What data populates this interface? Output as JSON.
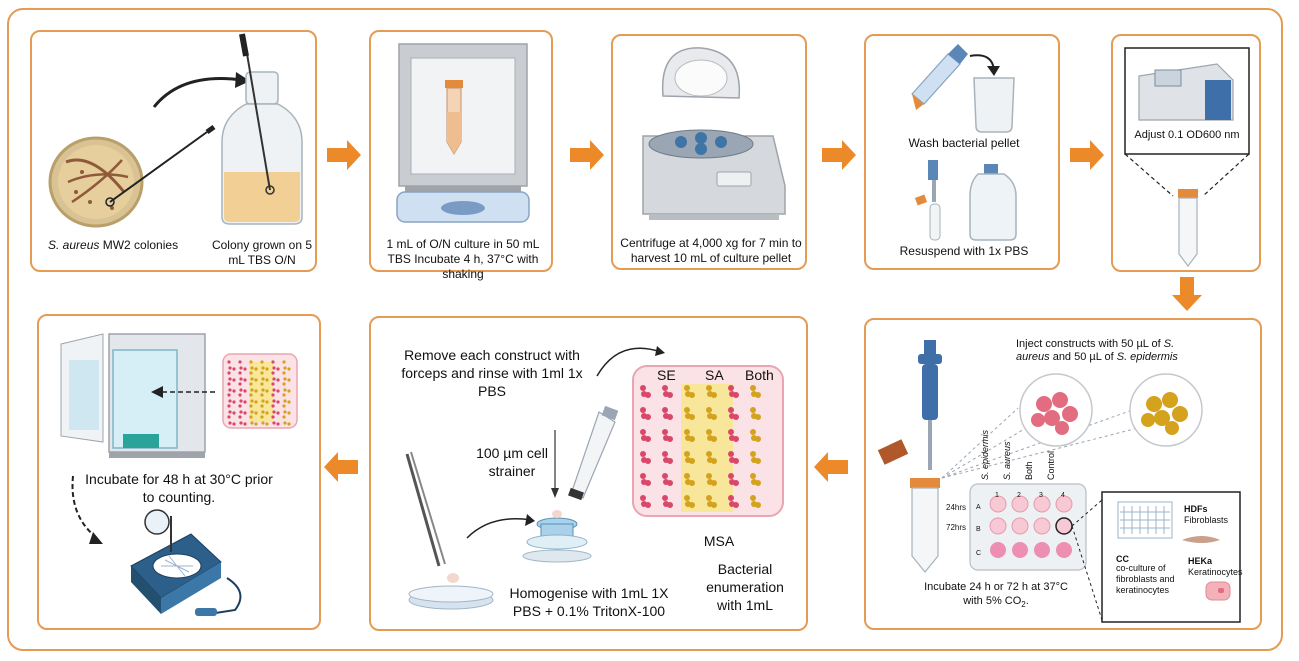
{
  "steps": {
    "s1": {
      "label_a_italic": "S. aureus",
      "label_a_rest": " MW2 colonies",
      "label_b": "Colony grown on 5 mL TBS O/N"
    },
    "s2": {
      "label": "1 mL of O/N culture in 50 mL TBS Incubate 4 h, 37°C with shaking"
    },
    "s3": {
      "label": "Centrifuge at 4,000 xg for 7 min to harvest 10 mL of culture pellet"
    },
    "s4": {
      "label_top": "Wash bacterial pellet",
      "label_bottom": "Resuspend with 1x PBS"
    },
    "s5": {
      "label": "Adjust 0.1 OD600 nm"
    },
    "s6": {
      "inject_a": "Inject constructs with 50 µL of ",
      "inject_a_italic": "S.",
      "inject_b_italic": "aureus",
      "inject_b_mid": " and 50 µL of ",
      "inject_b_italic2": "S. epidermis",
      "col_labels": [
        "S. epidermis",
        "S. aureus",
        "Both",
        "Control"
      ],
      "col_nums": [
        "1",
        "2",
        "3",
        "4"
      ],
      "row_labels": [
        "A",
        "B",
        "C"
      ],
      "time_labels": [
        "24hrs",
        "72hrs"
      ],
      "incubate_a": "Incubate 24 h or 72 h at 37°C",
      "incubate_b": "with 5% CO",
      "incubate_sub": "2",
      "incubate_end": ".",
      "legend": {
        "hdfs_title": "HDFs",
        "hdfs_sub": "Fibroblasts",
        "cc_title": "CC",
        "cc_sub": "co-culture of fibroblasts and keratinocytes",
        "heka_title": "HEKa",
        "heka_sub": "Keratinocytes"
      }
    },
    "s7": {
      "remove": "Remove each construct with forceps and rinse with 1ml 1x PBS",
      "strainer": "100 µm cell strainer",
      "homogenise": "Homogenise with 1mL 1X PBS + 0.1% TritonX-100",
      "plate_cols": [
        "SE",
        "SA",
        "Both"
      ],
      "msa": "MSA",
      "enumeration": "Bacterial enumeration with 1mL"
    },
    "s8": {
      "label": "Incubate for 48 h at 30°C prior to counting."
    }
  },
  "colors": {
    "accent": "#e59b54",
    "arrow": "#ec8a2a",
    "pink": "#f2a0b5",
    "yellow": "#f3d35a",
    "blue": "#3e6fa8"
  }
}
